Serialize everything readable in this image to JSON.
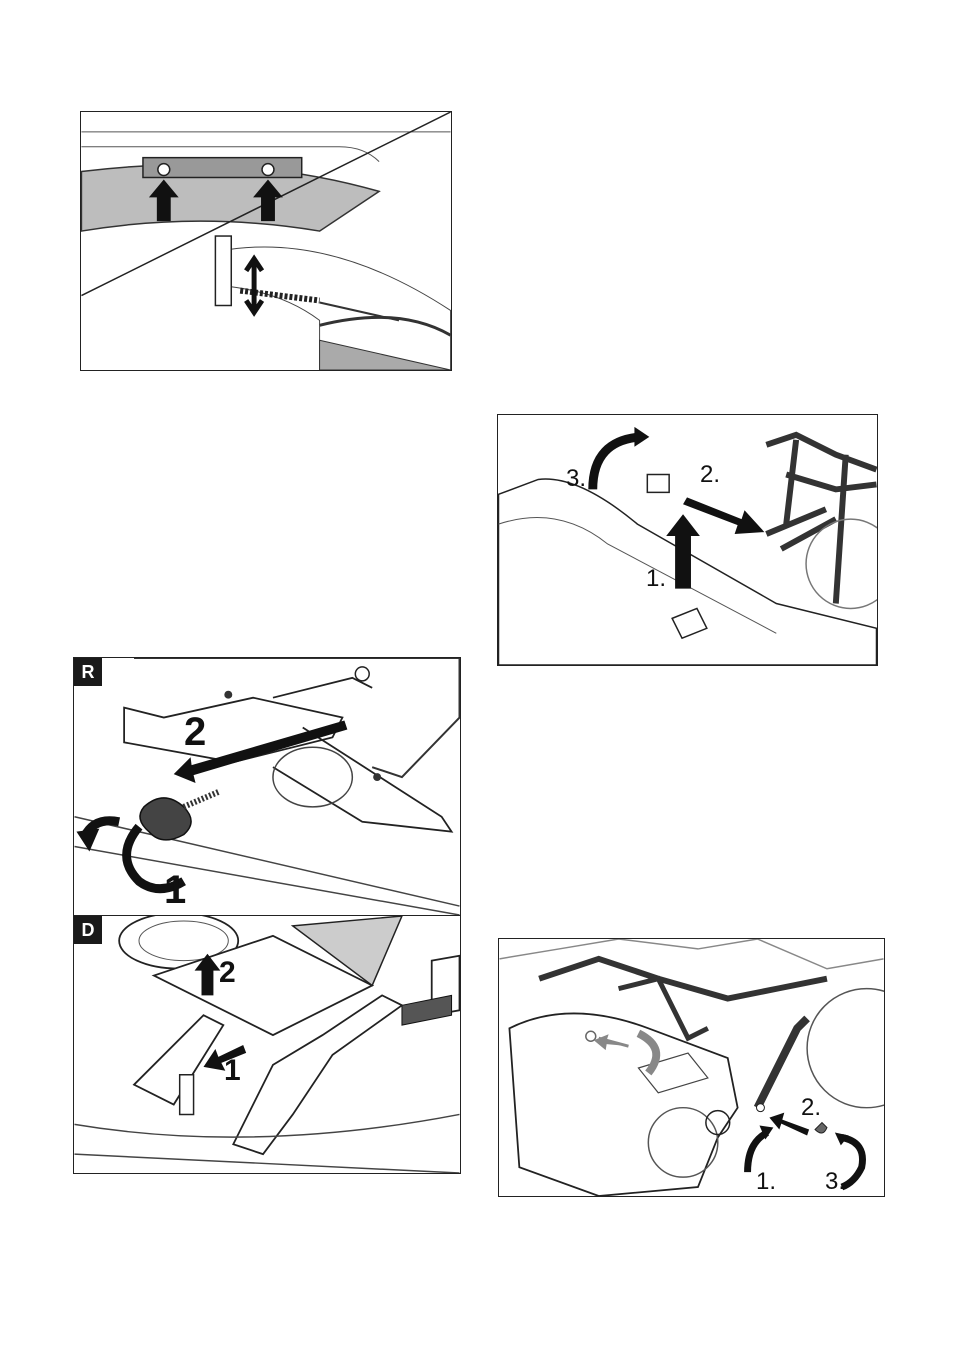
{
  "panel_r": {
    "tag": "R",
    "label_1": "1",
    "label_2": "2"
  },
  "panel_d": {
    "tag": "D",
    "label_1": "1",
    "label_2": "2"
  },
  "panel_brush_mount": {
    "label_1": "1.",
    "label_2": "2.",
    "label_3": "3."
  },
  "panel_pivot_arm": {
    "label_1": "1.",
    "label_2": "2.",
    "label_3": "3."
  }
}
